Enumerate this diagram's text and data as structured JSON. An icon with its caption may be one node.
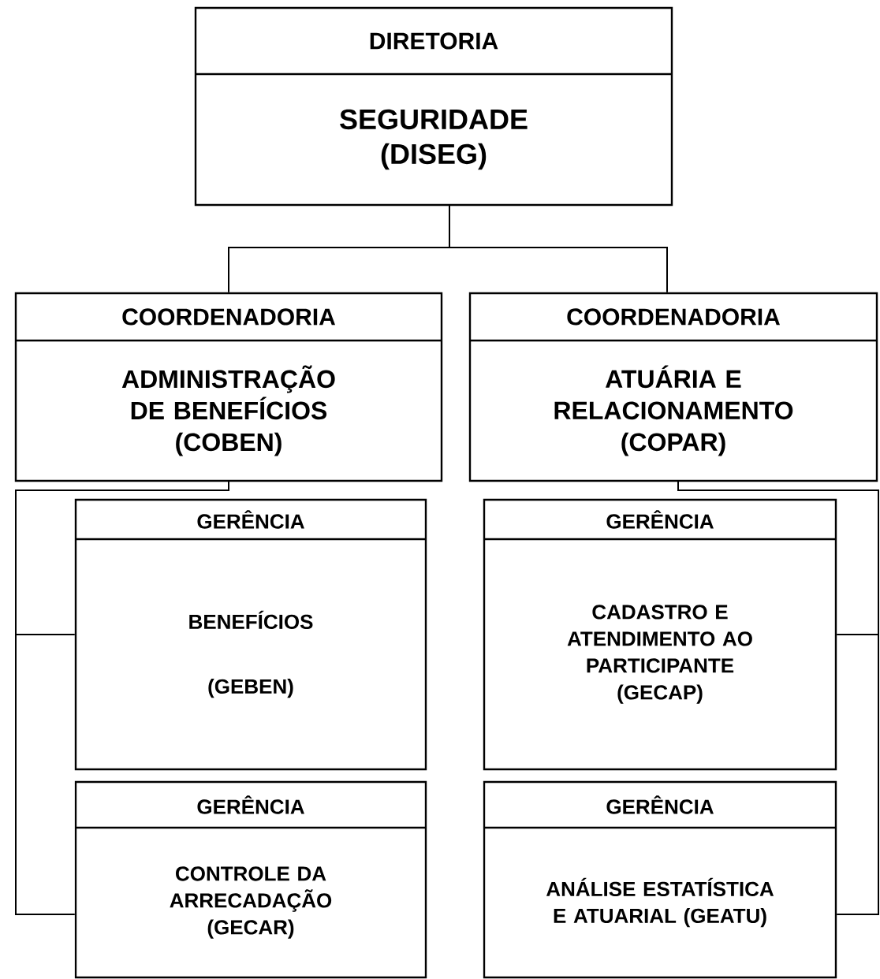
{
  "diagram": {
    "nodes": [
      {
        "text": [
          "DIRETORIA",
          "SEGURIDADE (DISEG)"
        ]
      },
      {
        "text": [
          "COORDENADORIA",
          "ADMINISTRAÇÃO DE BENEFÍCIOS (COBEN)"
        ]
      },
      {
        "text": [
          "COORDENADORIA",
          "ATUÁRIA E RELACIONAMENTO (COPAR)"
        ]
      },
      {
        "text": [
          "GERÊNCIA",
          "BENEFÍCIOS (GEBEN)"
        ]
      },
      {
        "text": [
          "GERÊNCIA",
          "CADASTRO E ATENDIMENTO AO PARTICIPANTE (GECAP)"
        ]
      },
      {
        "text": [
          "GERÊNCIA",
          "CONTROLE DA ARRECADAÇÃO (GECAR)"
        ]
      },
      {
        "text": [
          "GERÊNCIA",
          "ANÁLISE ESTATÍSTICA E ATUARIAL (GEATU)"
        ]
      }
    ],
    "edges": [
      {
        "from": 0,
        "to": 1,
        "arrow": "none"
      },
      {
        "from": 0,
        "to": 2,
        "arrow": "none"
      },
      {
        "from": 1,
        "to": 3,
        "arrow": "none"
      },
      {
        "from": 1,
        "to": 5,
        "arrow": "none"
      },
      {
        "from": 2,
        "to": 4,
        "arrow": "none"
      },
      {
        "from": 2,
        "to": 6,
        "arrow": "none"
      }
    ]
  }
}
